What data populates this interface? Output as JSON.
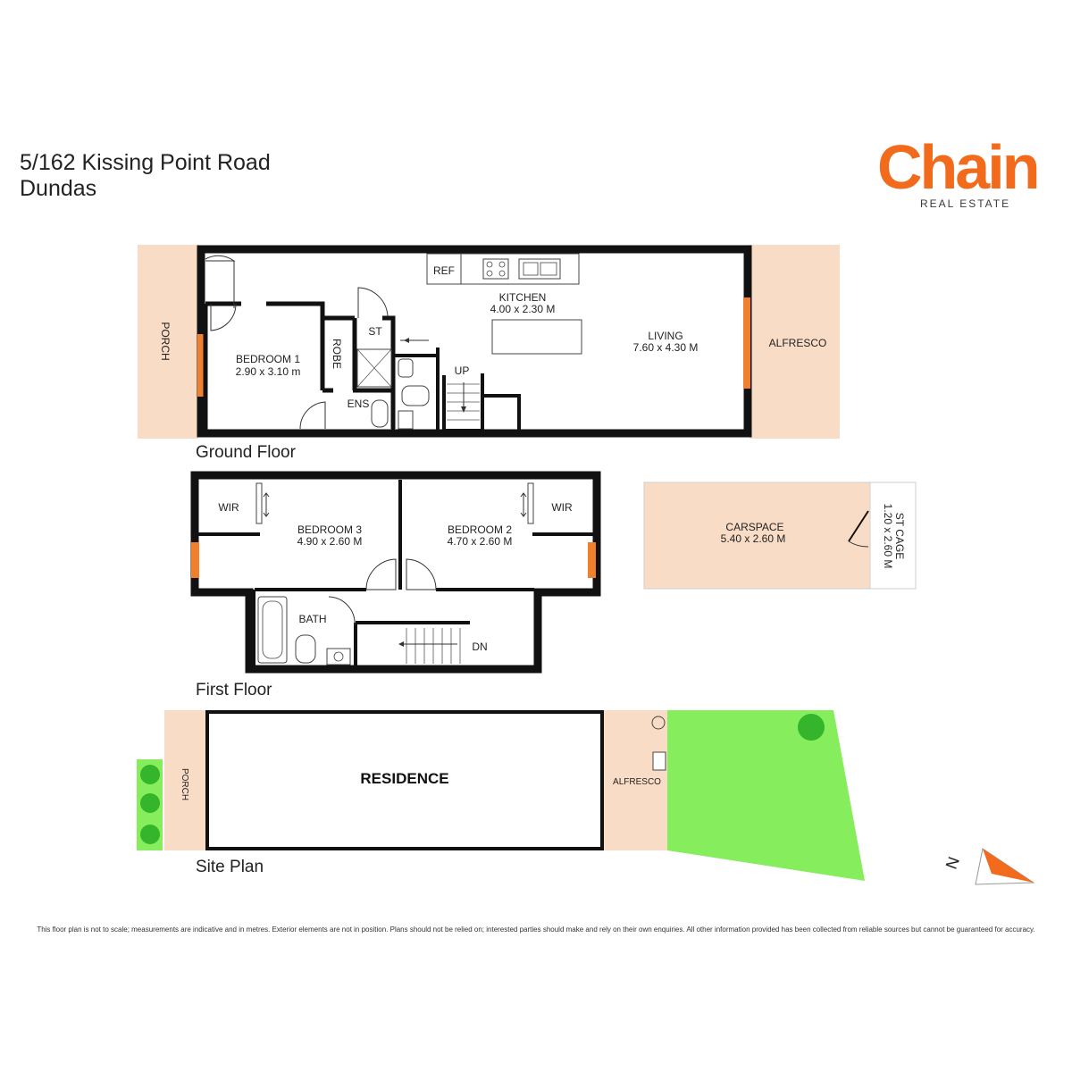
{
  "header": {
    "address_line1": "5/162 Kissing Point Road",
    "address_line2": "Dundas"
  },
  "brand": {
    "name": "Chain",
    "tagline": "REAL ESTATE",
    "color_orange": "#f26a1b",
    "color_dark": "#3a3a3a"
  },
  "colors": {
    "exterior": "#f8dcc6",
    "wall": "#111111",
    "window": "#f07f2e",
    "lawn": "#86ee5c",
    "tree": "#35b52b"
  },
  "ground_floor": {
    "label": "Ground Floor",
    "porch": "PORCH",
    "alfresco": "ALFRESCO",
    "bedroom1": {
      "name": "BEDROOM 1",
      "size": "2.90 x 3.10 m"
    },
    "robe": "ROBE",
    "st": "ST",
    "ens": "ENS",
    "ref": "REF",
    "kitchen": {
      "name": "KITCHEN",
      "size": "4.00 x 2.30 M"
    },
    "living": {
      "name": "LIVING",
      "size": "7.60 x 4.30 M"
    },
    "up": "UP"
  },
  "first_floor": {
    "label": "First Floor",
    "wir_left": "WIR",
    "wir_right": "WIR",
    "bedroom3": {
      "name": "BEDROOM 3",
      "size": "4.90 x 2.60 M"
    },
    "bedroom2": {
      "name": "BEDROOM 2",
      "size": "4.70 x 2.60 M"
    },
    "bath": "BATH",
    "dn": "DN"
  },
  "carspace": {
    "name": "CARSPACE",
    "size": "5.40 x 2.60 M",
    "st_cage_name": "ST CAGE",
    "st_cage_size": "1.20 x 2.60 M"
  },
  "site_plan": {
    "label": "Site Plan",
    "residence": "RESIDENCE",
    "porch": "PORCH",
    "alfresco": "ALFRESCO"
  },
  "compass": {
    "letter": "N"
  },
  "disclaimer": "This floor plan is not to scale; measurements are indicative and in metres. Exterior elements are not in position. Plans should not be relied on; interested parties should make and rely on their own enquiries. All other information provided has been collected from reliable sources but cannot be guaranteed for accuracy."
}
